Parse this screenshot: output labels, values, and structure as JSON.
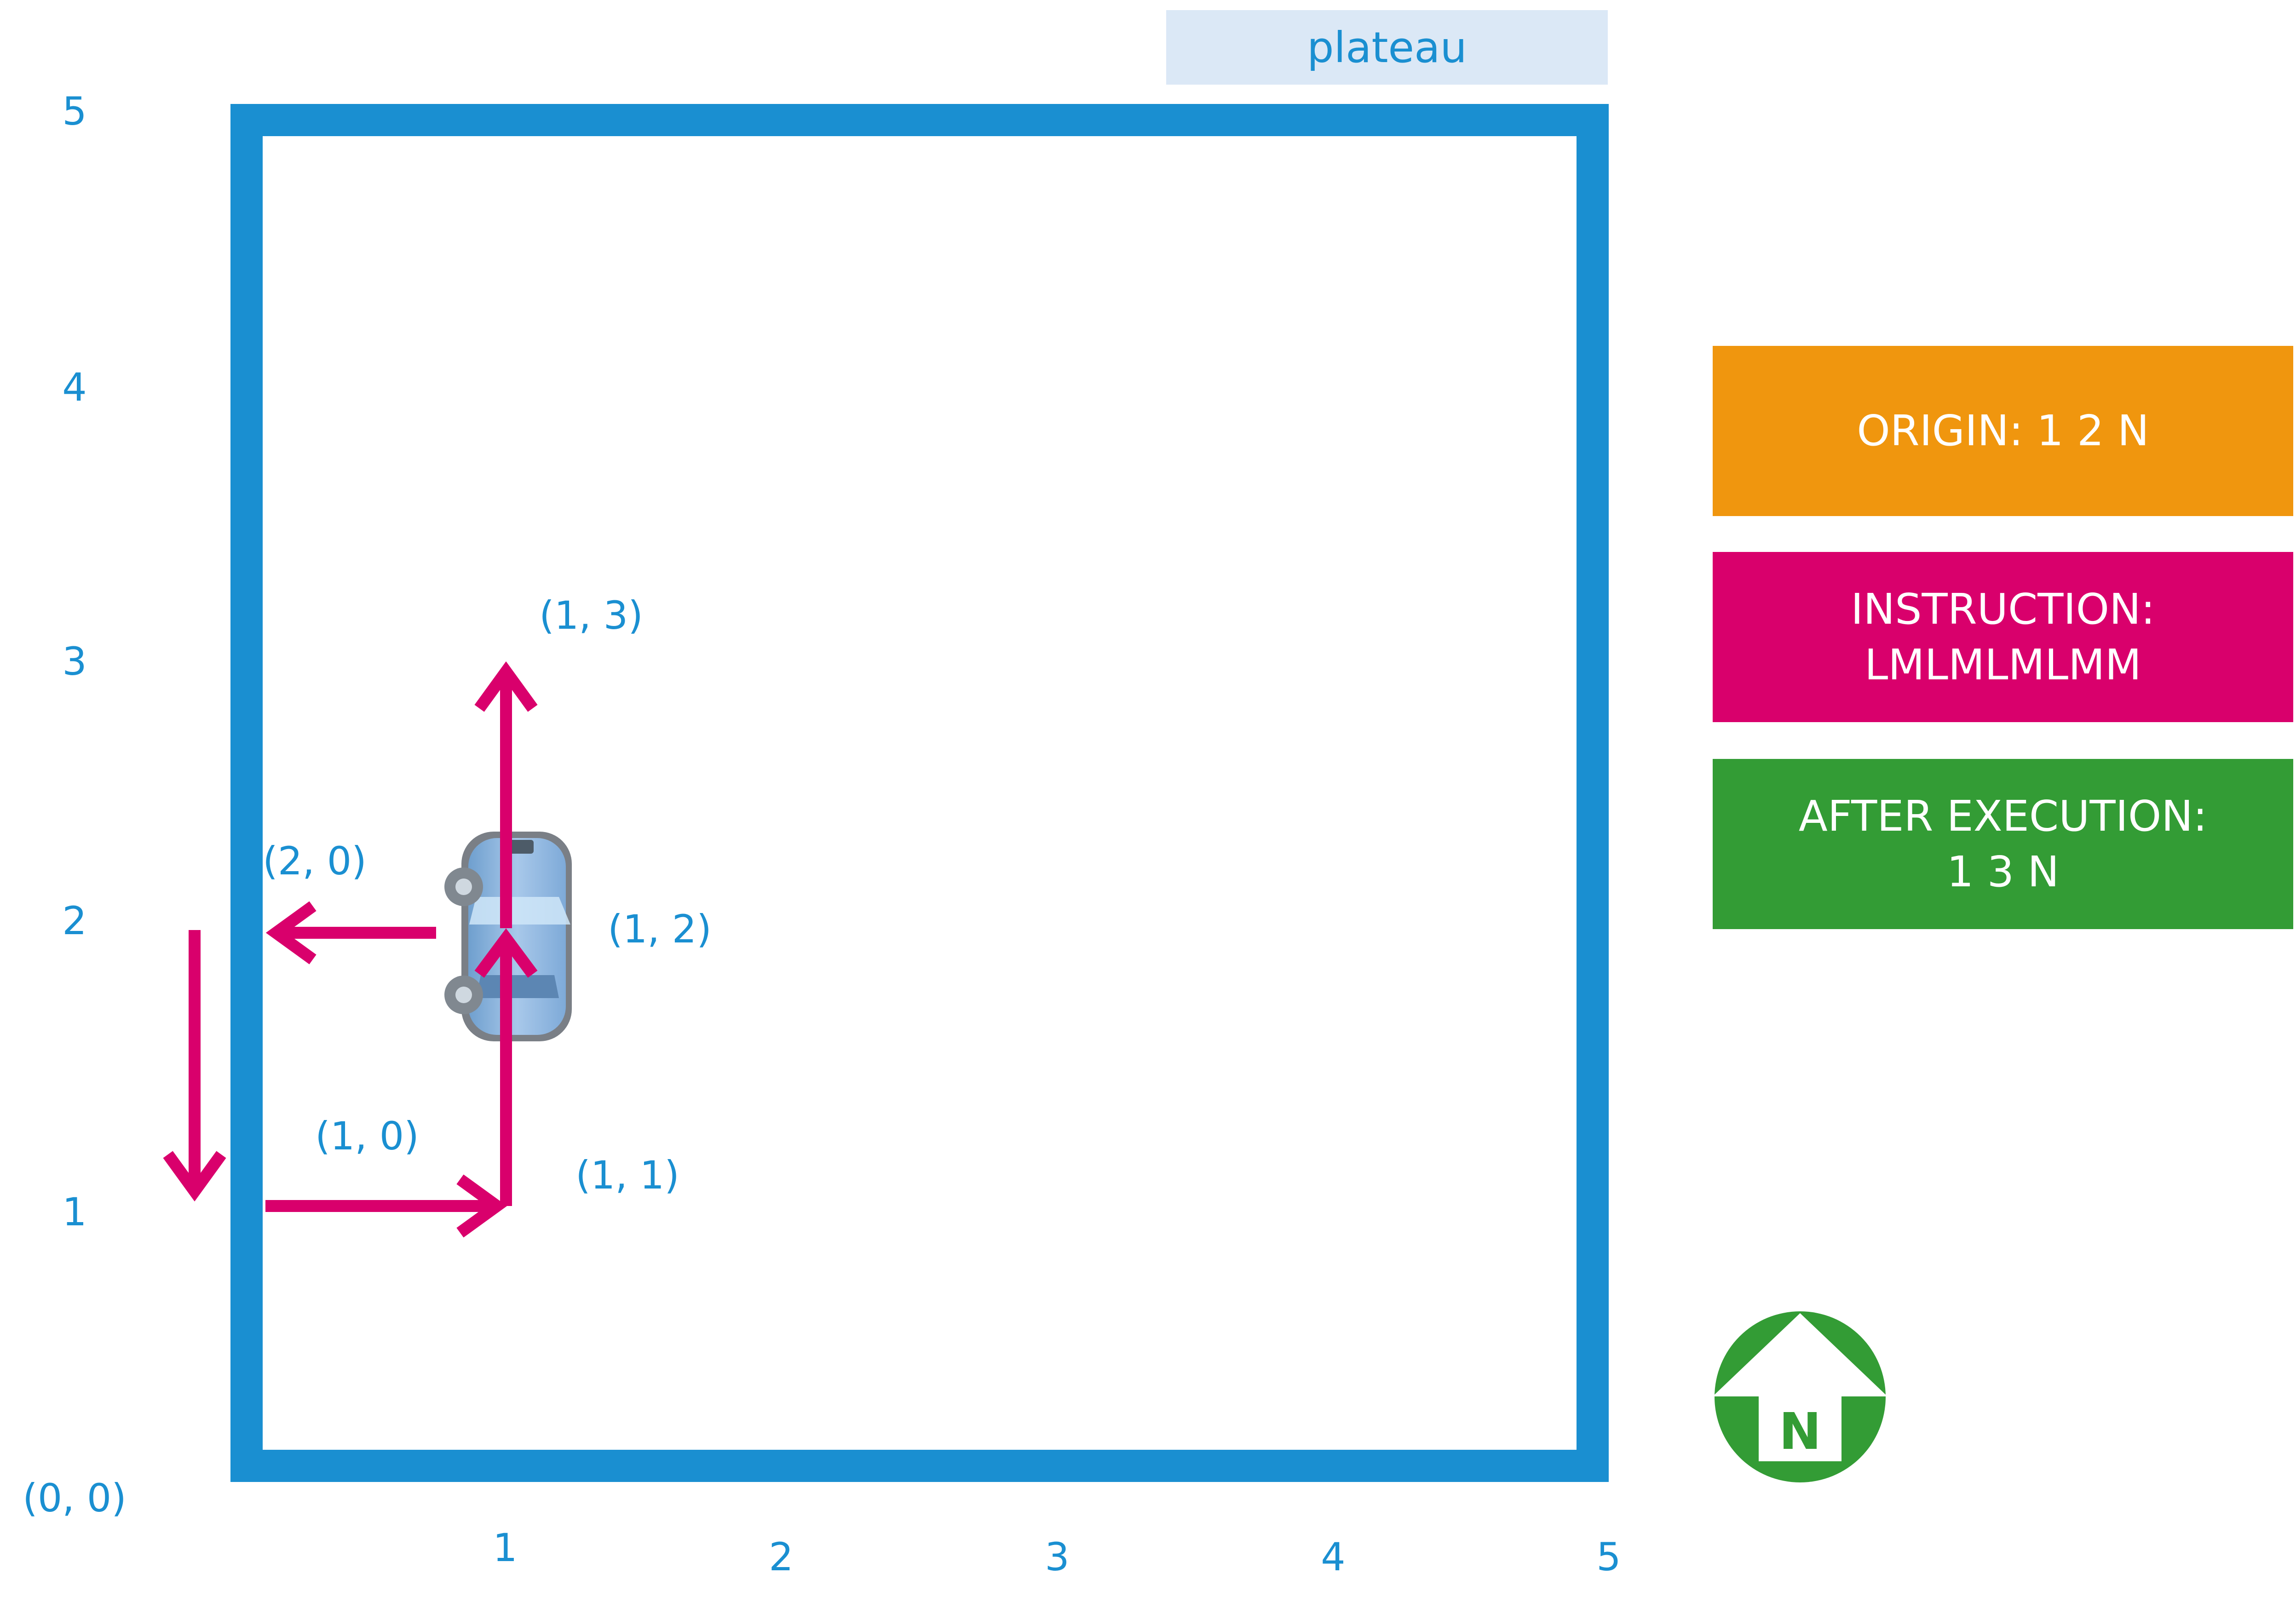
{
  "plateau_label": "plateau",
  "axes": {
    "origin_label": "(0, 0)",
    "y_ticks": [
      "1",
      "2",
      "3",
      "4",
      "5"
    ],
    "x_ticks": [
      "1",
      "2",
      "3",
      "4",
      "5"
    ]
  },
  "path_points": [
    {
      "text": "(1, 3)"
    },
    {
      "text": "(2, 0)"
    },
    {
      "text": "(1, 2)"
    },
    {
      "text": "(1, 0)"
    },
    {
      "text": "(1, 1)"
    }
  ],
  "info_boxes": [
    {
      "lines": [
        "ORIGIN: 1 2 N"
      ],
      "color": "#f0960e"
    },
    {
      "lines": [
        "INSTRUCTION:",
        "LMLMLMLMM"
      ],
      "color": "#d9006c"
    },
    {
      "lines": [
        "AFTER EXECUTION:",
        "1 3 N"
      ],
      "color": "#339c35"
    }
  ],
  "compass": {
    "letter": "N",
    "color": "#339c35"
  },
  "colors": {
    "plateau_border": "#1a8fd1",
    "path_arrows": "#d9006c",
    "labels": "#1a8fd1"
  }
}
